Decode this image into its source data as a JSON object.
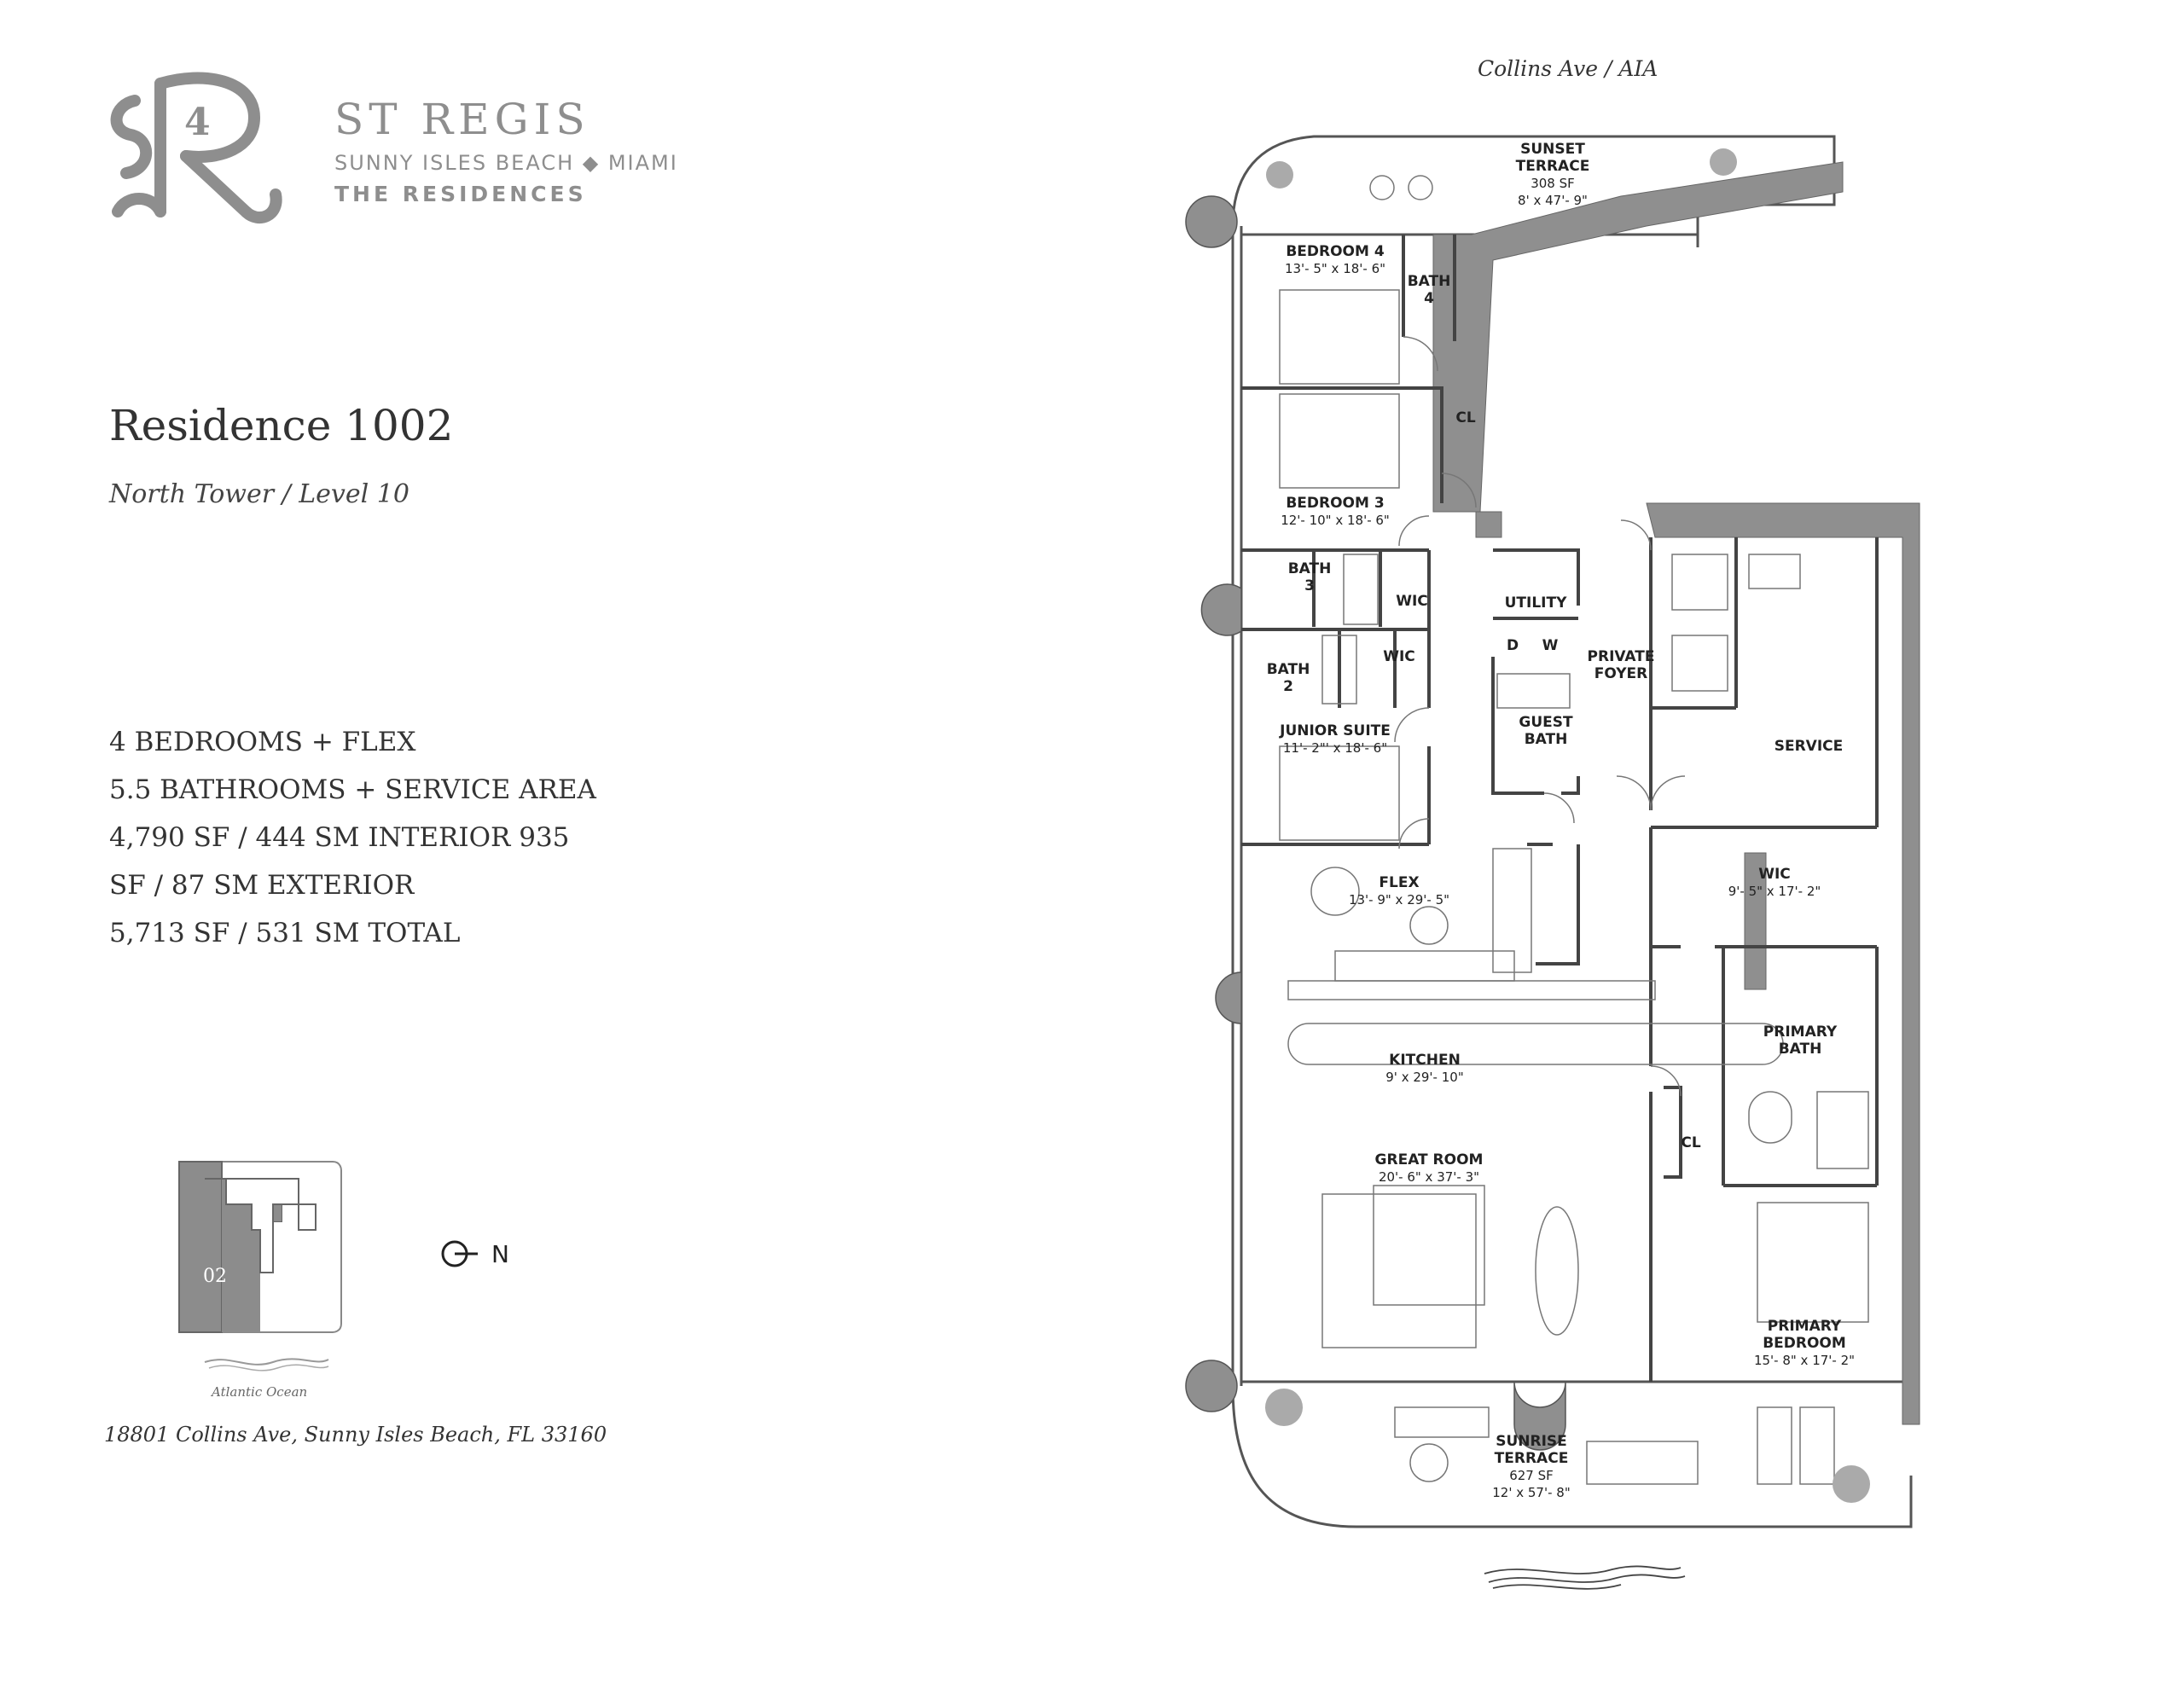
{
  "brand": {
    "name": "ST REGIS",
    "location": "SUNNY ISLES BEACH ◆ MIAMI",
    "tagline": "THE RESIDENCES",
    "logo_icon": "st-regis-monogram",
    "color": "#8e8e8e"
  },
  "residence": {
    "title": "Residence 1002",
    "subtitle": "North Tower / Level 10"
  },
  "specs": [
    "4 BEDROOMS + FLEX",
    "5.5 BATHROOMS  + SERVICE AREA",
    "4,790 SF / 444 SM INTERIOR 935",
    "SF / 87 SM EXTERIOR",
    "5,713 SF / 531 SM TOTAL"
  ],
  "keyplan": {
    "unit": "02",
    "ocean_label": "Atlantic Ocean",
    "highlight_color": "#8c8c8c"
  },
  "compass": {
    "label": "N"
  },
  "address": "18801 Collins Ave, Sunny Isles Beach, FL 33160",
  "street_label": "Collins Ave / AIA",
  "plan": {
    "wall_color": "#8f8f8f",
    "rooms": {
      "sunset": {
        "name1": "SUNSET",
        "name2": "TERRACE",
        "area": "308 SF",
        "dims": "8' x 47'- 9\""
      },
      "bedroom4": {
        "name": "BEDROOM 4",
        "dims": "13'- 5\" x 18'- 6\""
      },
      "bath4": {
        "name1": "BATH",
        "name2": "4"
      },
      "cl1": {
        "name": "CL"
      },
      "bedroom3": {
        "name": "BEDROOM 3",
        "dims": "12'- 10\" x 18'- 6\""
      },
      "bath3": {
        "name1": "BATH",
        "name2": "3"
      },
      "wic3": {
        "name": "WIC"
      },
      "utility": {
        "name": "UTILITY",
        "d": "D",
        "w": "W"
      },
      "foyer": {
        "name1": "PRIVATE",
        "name2": "FOYER"
      },
      "bath2": {
        "name1": "BATH",
        "name2": "2"
      },
      "wic2": {
        "name": "WIC"
      },
      "guestbath": {
        "name1": "GUEST",
        "name2": "BATH"
      },
      "service": {
        "name": "SERVICE"
      },
      "junior": {
        "name": "JUNIOR SUITE",
        "dims": "11'- 2\"' x 18'- 6\""
      },
      "flex": {
        "name": "FLEX",
        "dims": "13'- 9\" x 29'- 5\""
      },
      "wicp": {
        "name": "WIC",
        "dims": "9'- 5\" x 17'- 2\""
      },
      "primarybath": {
        "name1": "PRIMARY",
        "name2": "BATH"
      },
      "kitchen": {
        "name": "KITCHEN",
        "dims": "9' x 29'- 10\""
      },
      "cl2": {
        "name": "CL"
      },
      "great": {
        "name": "GREAT ROOM",
        "dims": "20'- 6\" x 37'- 3\""
      },
      "primarybed": {
        "name1": "PRIMARY",
        "name2": "BEDROOM",
        "dims": "15'- 8\" x 17'- 2\""
      },
      "sunrise": {
        "name1": "SUNRISE",
        "name2": "TERRACE",
        "area": "627 SF",
        "dims": "12' x 57'- 8\""
      }
    }
  }
}
